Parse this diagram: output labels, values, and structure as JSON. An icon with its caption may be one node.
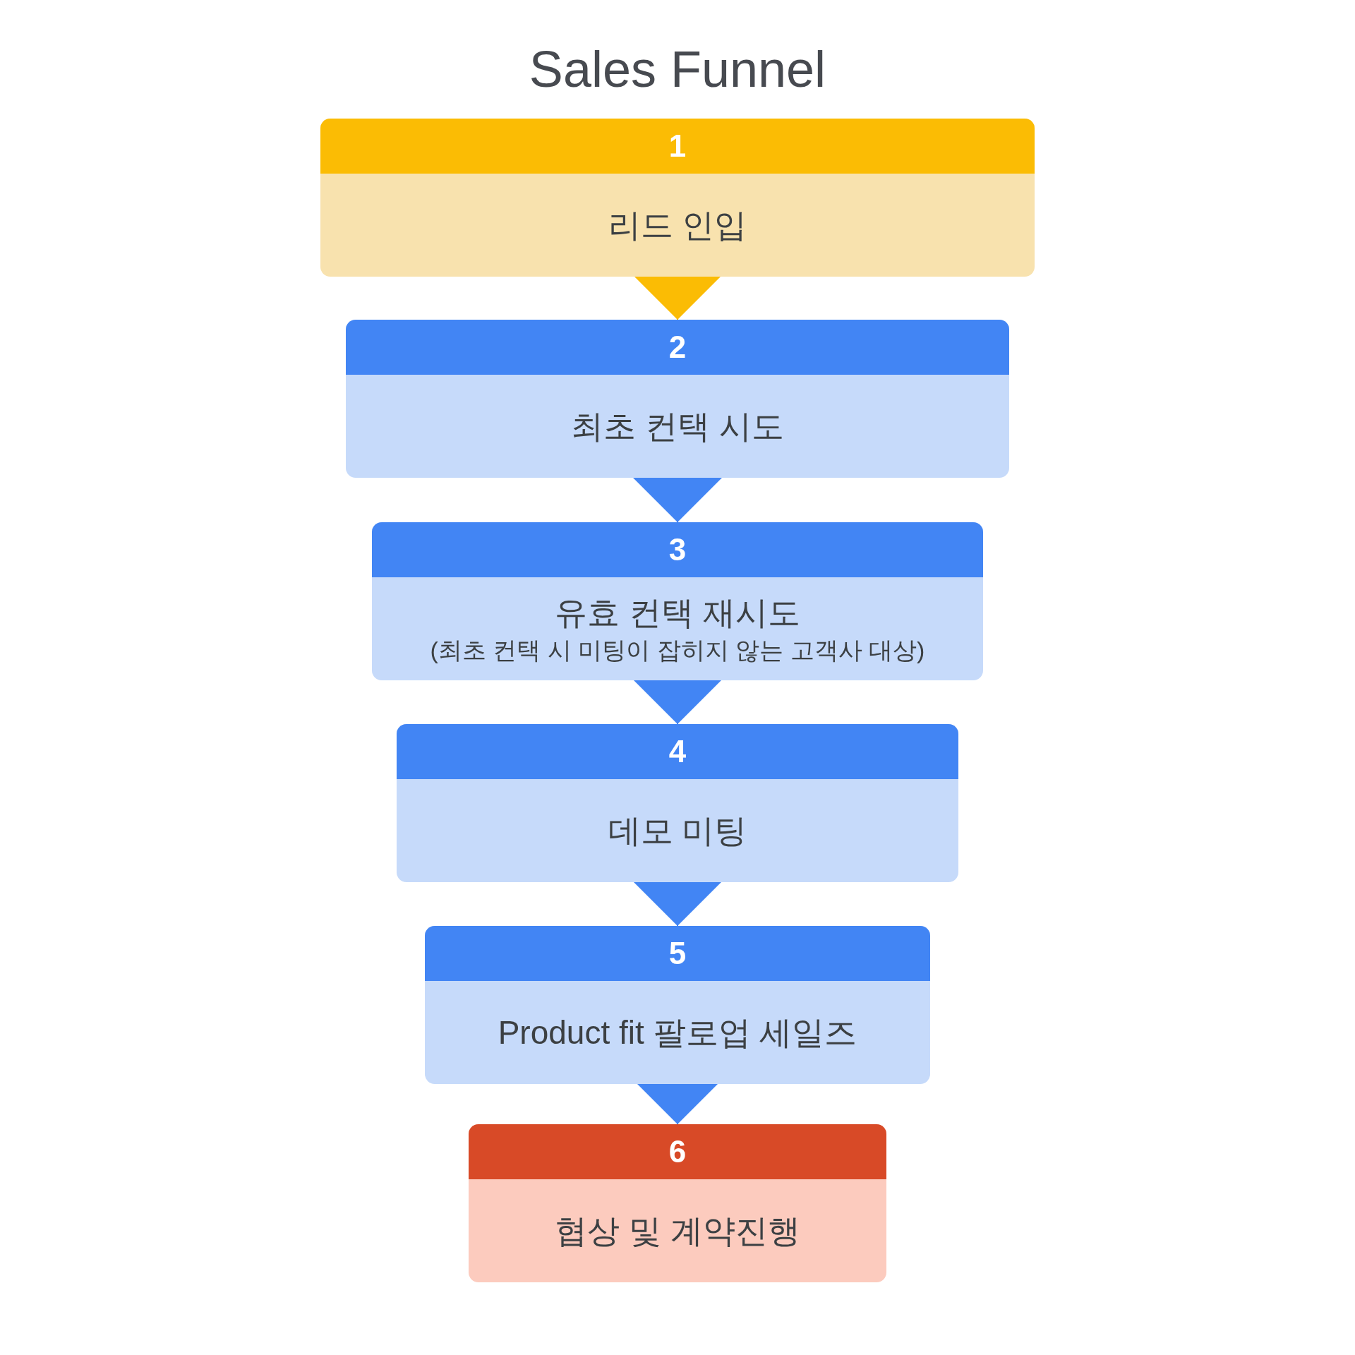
{
  "diagram": {
    "title": "Sales Funnel",
    "nodes": [
      {
        "text": [
          "1",
          "리드 인입"
        ]
      },
      {
        "text": [
          "2",
          "최초 컨택 시도"
        ]
      },
      {
        "text": [
          "3",
          "유효 컨택 재시도",
          "(최초 컨택 시 미팅이 잡히지 않는 고객사 대상)"
        ]
      },
      {
        "text": [
          "4",
          "데모 미팅"
        ]
      },
      {
        "text": [
          "5",
          "Product fit 팔로업 세일즈"
        ]
      },
      {
        "text": [
          "6",
          "협상 및 계약진행"
        ]
      }
    ],
    "edges": [
      {
        "from": 0,
        "to": 1,
        "arrow": "to",
        "color": "#fbbc04"
      },
      {
        "from": 1,
        "to": 2,
        "arrow": "to"
      },
      {
        "from": 2,
        "to": 3,
        "arrow": "to"
      },
      {
        "from": 3,
        "to": 4,
        "arrow": "to"
      },
      {
        "from": 4,
        "to": 5,
        "arrow": "to"
      }
    ]
  }
}
